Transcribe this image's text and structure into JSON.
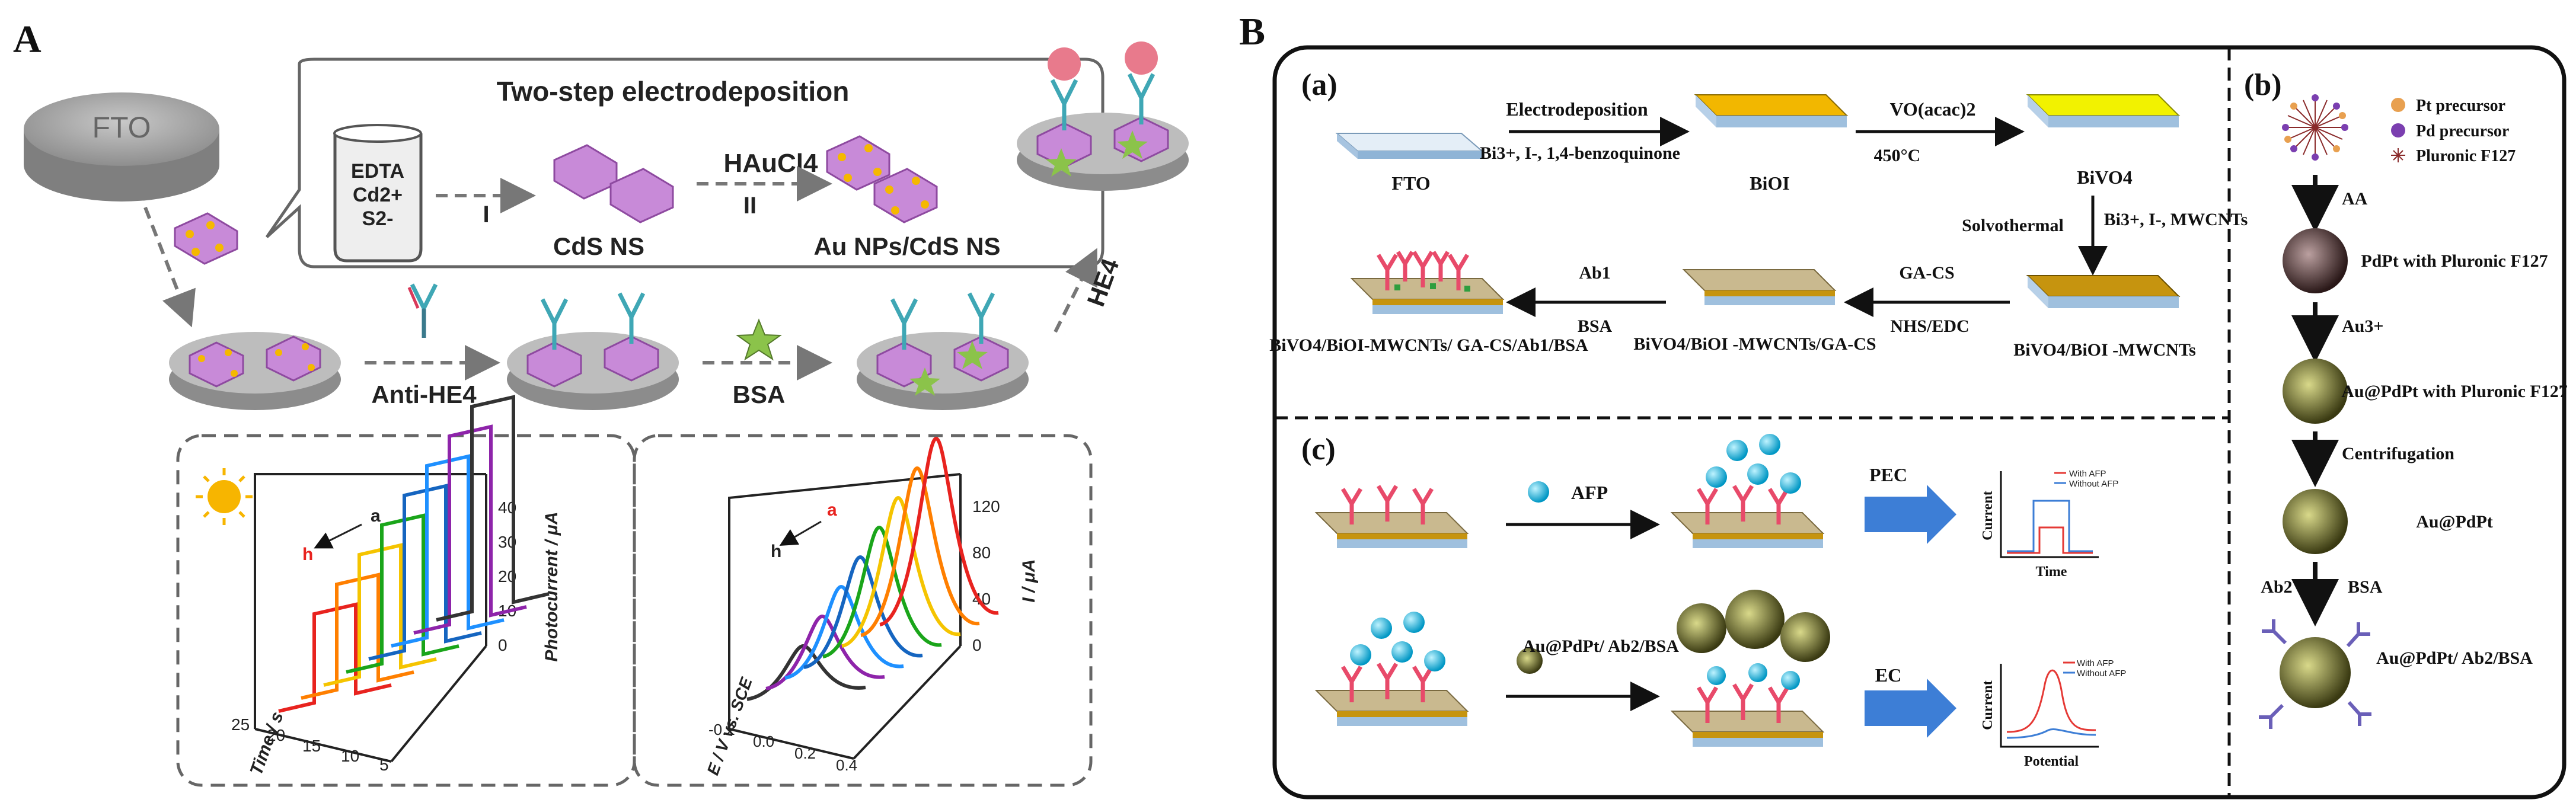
{
  "panelA": {
    "letter": "A",
    "fto": "FTO",
    "box_title": "Two-step electrodeposition",
    "beaker": [
      "EDTA",
      "Cd2+",
      "S2-"
    ],
    "step1": "I",
    "step2": "II",
    "reagent_au": "HAuCl4",
    "cds": "CdS NS",
    "aunp": "Au NPs/CdS NS",
    "anti": "Anti-HE4",
    "bsa": "BSA",
    "he4": "HE4",
    "plot1": {
      "ylabel": "Photocurrent / μA",
      "xlabel": "Time / s",
      "yticks": [
        "0",
        "10",
        "20",
        "30",
        "40"
      ],
      "xticks": [
        "5",
        "10",
        "15",
        "20",
        "25"
      ],
      "label_a": "a",
      "label_h": "h"
    },
    "plot2": {
      "ylabel": "I / μA",
      "xlabel": "E / V vs. SCE",
      "yticks": [
        "0",
        "40",
        "80",
        "120"
      ],
      "xticks": [
        "0.4",
        "0.2",
        "0.0",
        "-0.2"
      ],
      "label_a": "a",
      "label_h": "h"
    },
    "trace_colors": [
      "#e8231f",
      "#ff7f00",
      "#f5c400",
      "#1aa51a",
      "#1565c0",
      "#1e90ff",
      "#8e24aa",
      "#333333"
    ]
  },
  "panelB": {
    "letter": "B",
    "a": {
      "label": "(a)",
      "fto": "FTO",
      "electrodep": "Electrodeposition",
      "electrodep_cond": "Bi3+, I-, 1,4-benzoquinone",
      "bioi": "BiOI",
      "voacac": "VO(acac)2",
      "temp": "450°C",
      "bivo4": "BiVO4",
      "solvo": "Solvothermal",
      "solvo_cond": "Bi3+, I-, MWCNTs",
      "bivo4_bioi": "BiVO4/BiOI -MWCNTs",
      "gacs": "GA-CS",
      "nhs": "NHS/EDC",
      "mid": "BiVO4/BiOI -MWCNTs/GA-CS",
      "ab1": "Ab1",
      "bsa": "BSA",
      "final": "BiVO4/BiOI-MWCNTs/ GA-CS/Ab1/BSA"
    },
    "b": {
      "label": "(b)",
      "legend": [
        "Pt precursor",
        "Pd precursor",
        "Pluronic F127"
      ],
      "aa": "AA",
      "pdpt": "PdPt with Pluronic F127",
      "au3": "Au3+",
      "aupdpt_f": "Au@PdPt with Pluronic F127",
      "centri": "Centrifugation",
      "aupdpt": "Au@PdPt",
      "ab2": "Ab2",
      "bsa": "BSA",
      "final": "Au@PdPt/ Ab2/BSA"
    },
    "c": {
      "label": "(c)",
      "afp": "AFP",
      "pec": "PEC",
      "ec": "EC",
      "reagent": "Au@PdPt/ Ab2/BSA",
      "g1": {
        "ylabel": "Current",
        "xlabel": "Time",
        "with": "With AFP",
        "without": "Without AFP"
      },
      "g2": {
        "ylabel": "Current",
        "xlabel": "Potential",
        "with": "With AFP",
        "without": "Without AFP"
      }
    }
  }
}
